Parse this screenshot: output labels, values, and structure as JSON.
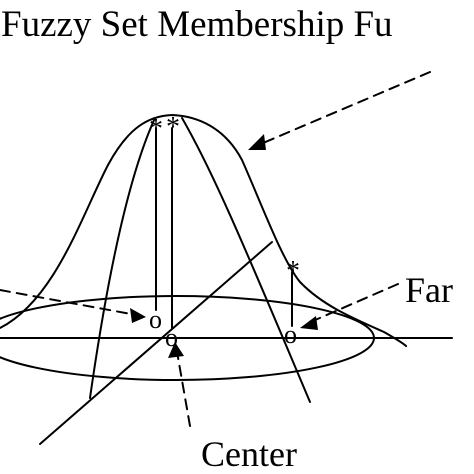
{
  "diagram": {
    "title": "Fuzzy Set Membership Fu",
    "labels": {
      "far": "Far",
      "center": "Center"
    },
    "markers": {
      "peak_star": "*",
      "sample_circle": "o"
    },
    "colors": {
      "ink": "#000000",
      "background": "#ffffff"
    }
  }
}
